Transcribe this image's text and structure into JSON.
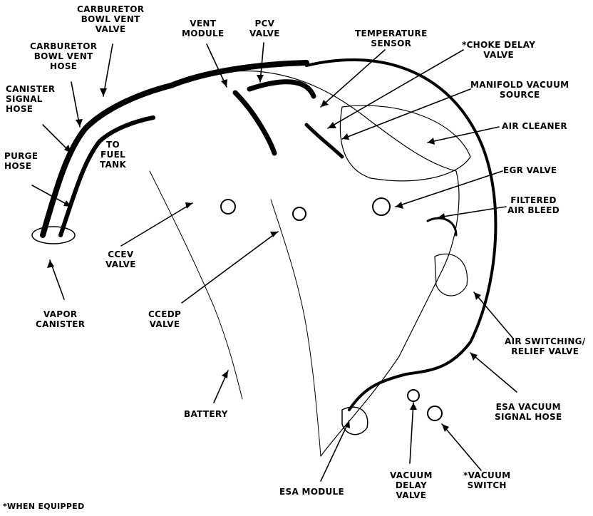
{
  "colors": {
    "ink": "#000000",
    "paper": "#ffffff"
  },
  "labels": {
    "carb_bowl_vent_valve": [
      "CARBURETOR",
      "BOWL VENT",
      "VALVE"
    ],
    "carb_bowl_vent_hose": [
      "CARBURETOR",
      "BOWL VENT",
      "HOSE"
    ],
    "canister_signal_hose": [
      "CANISTER",
      "SIGNAL",
      "HOSE"
    ],
    "purge_hose": [
      "PURGE",
      "HOSE"
    ],
    "to_fuel_tank": [
      "TO",
      "FUEL",
      "TANK"
    ],
    "vent_module": [
      "VENT",
      "MODULE"
    ],
    "pcv_valve": [
      "PCV",
      "VALVE"
    ],
    "temperature_sensor": [
      "TEMPERATURE",
      "SENSOR"
    ],
    "choke_delay_valve": [
      "*CHOKE DELAY",
      "VALVE"
    ],
    "manifold_vacuum_source": [
      "MANIFOLD VACUUM",
      "SOURCE"
    ],
    "air_cleaner": [
      "AIR CLEANER"
    ],
    "egr_valve": [
      "EGR VALVE"
    ],
    "filtered_air_bleed": [
      "FILTERED",
      "AIR BLEED"
    ],
    "ccev_valve": [
      "CCEV",
      "VALVE"
    ],
    "ccedp_valve": [
      "CCEDP",
      "VALVE"
    ],
    "vapor_canister": [
      "VAPOR",
      "CANISTER"
    ],
    "battery": [
      "BATTERY"
    ],
    "air_switching_relief_valve": [
      "AIR SWITCHING/",
      "RELIEF VALVE"
    ],
    "esa_vacuum_signal_hose": [
      "ESA VACUUM",
      "SIGNAL HOSE"
    ],
    "esa_module": [
      "ESA MODULE"
    ],
    "vacuum_delay_valve": [
      "VACUUM",
      "DELAY",
      "VALVE"
    ],
    "vacuum_switch": [
      "*VACUUM",
      "SWITCH"
    ]
  },
  "footnote": "*WHEN EQUIPPED"
}
